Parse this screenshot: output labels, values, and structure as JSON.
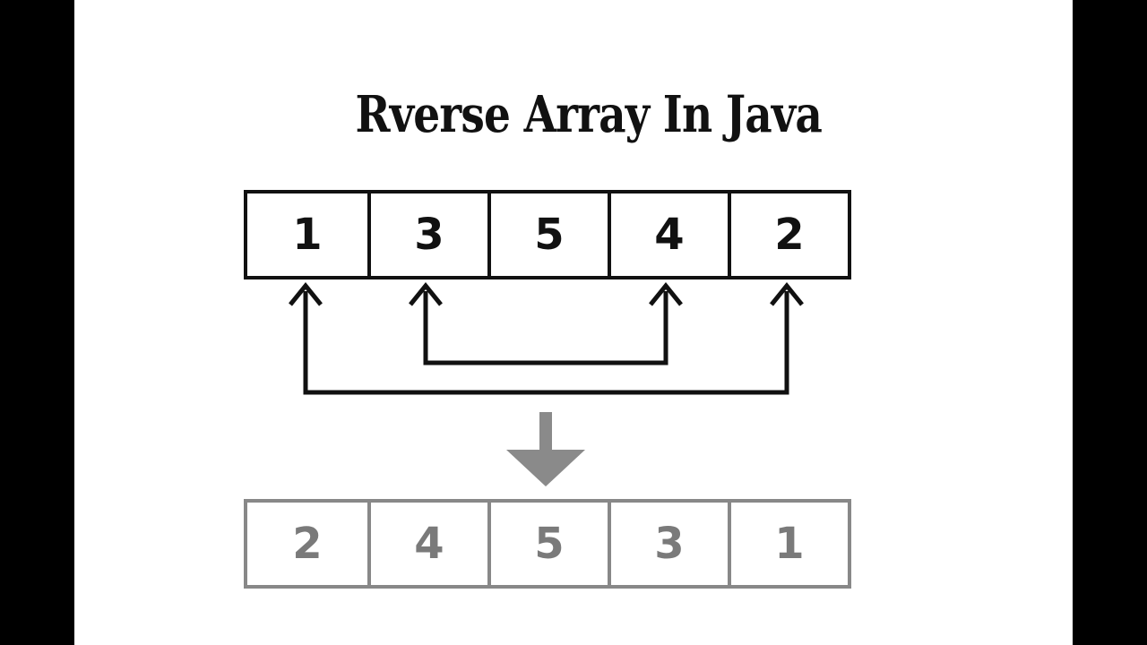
{
  "title": "Rverse Array In Java",
  "original_array": [
    "1",
    "3",
    "5",
    "4",
    "2"
  ],
  "reversed_array": [
    "2",
    "4",
    "5",
    "3",
    "1"
  ],
  "colors": {
    "ink": "#111111",
    "gray": "#888888",
    "gray_text": "#7a7a7a",
    "background": "#ffffff",
    "frame": "#000000"
  }
}
